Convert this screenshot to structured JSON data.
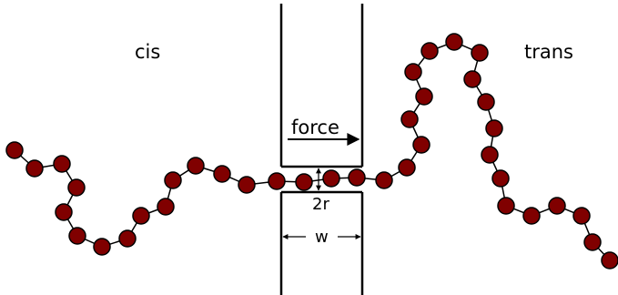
{
  "labels": {
    "cis": "cis",
    "trans": "trans",
    "force": "force",
    "radius": "2r",
    "width": "w"
  },
  "colors": {
    "bead_fill": "#800000",
    "bead_stroke": "#000000",
    "line": "#000000",
    "background": "#ffffff"
  }
}
